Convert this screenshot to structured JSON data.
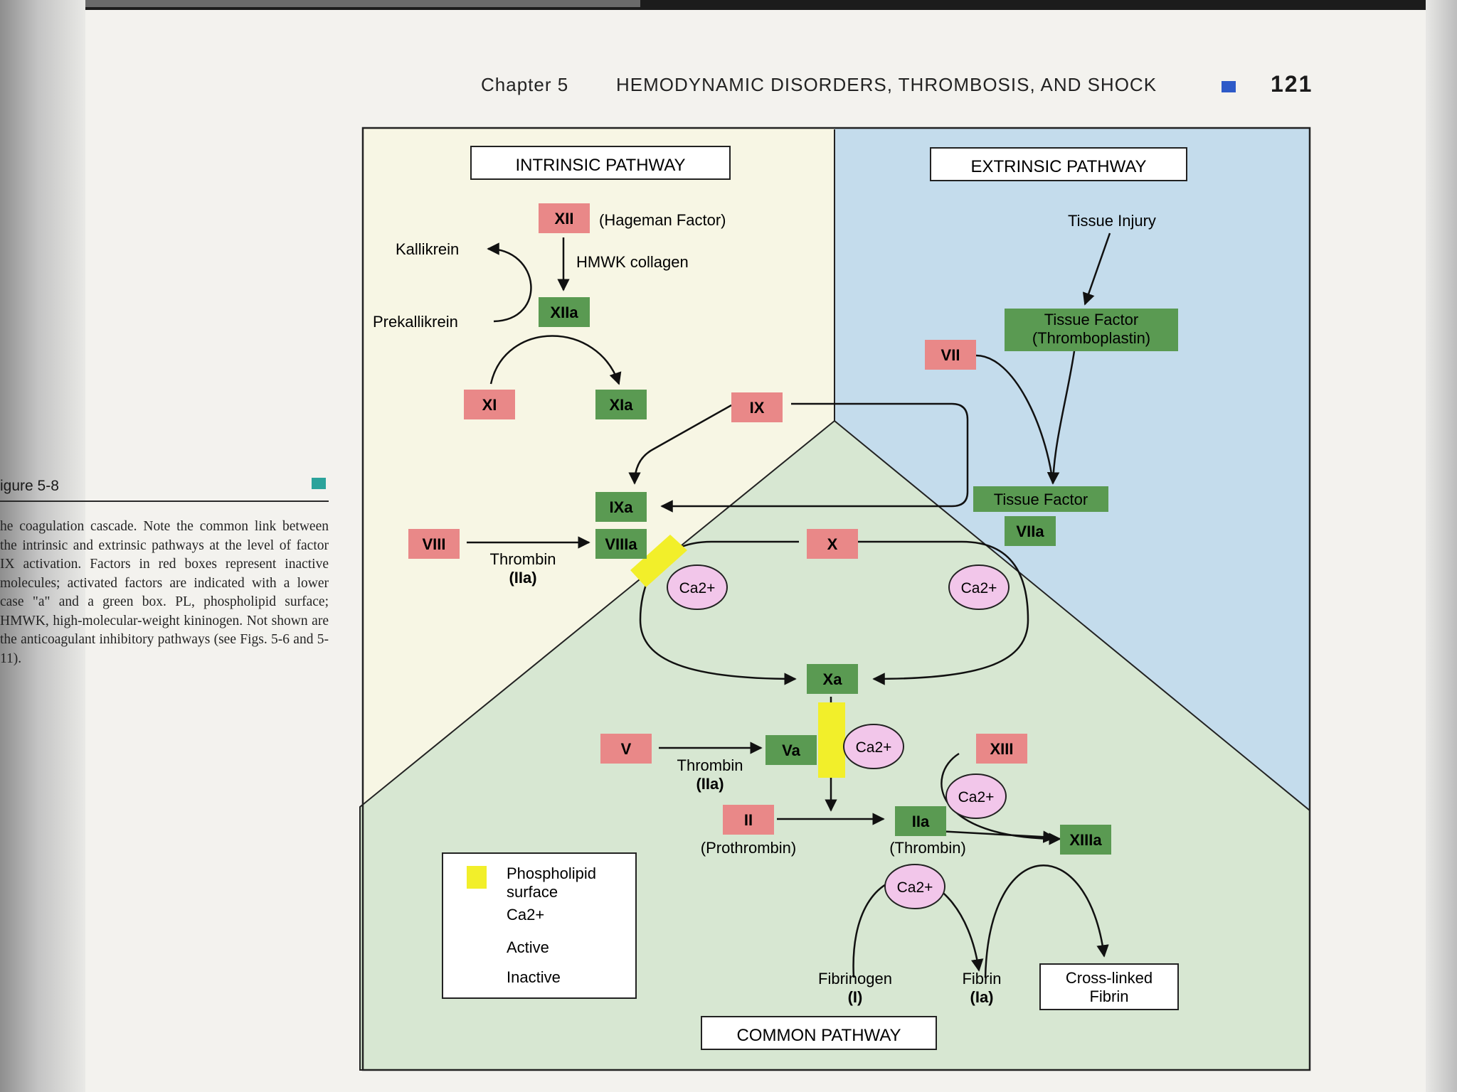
{
  "header": {
    "chapter": "Chapter 5",
    "title": "HEMODYNAMIC DISORDERS, THROMBOSIS, AND SHOCK",
    "page_number": "121",
    "colors": {
      "marker": "#2d5ac8"
    }
  },
  "caption": {
    "title": "igure 5-8",
    "body": "he coagulation cascade. Note the common link between the intrinsic and extrinsic pathways at the level of factor IX activation. Factors in red boxes represent inactive molecules; activated factors are indicated with a lower case \"a\" and a green box. PL, phospholipid surface; HMWK, high-molecular-weight kininogen. Not shown are the anticoagulant inhibitory pathways (see Figs. 5-6 and 5-11).",
    "colors": {
      "marker": "#2ba39b"
    }
  },
  "diagram": {
    "pathways": {
      "intrinsic": "INTRINSIC PATHWAY",
      "extrinsic": "EXTRINSIC PATHWAY",
      "common": "COMMON PATHWAY"
    },
    "factors": {
      "XII": "XII",
      "XIIa": "XIIa",
      "XI": "XI",
      "XIa": "XIa",
      "IX": "IX",
      "IXa": "IXa",
      "VIII": "VIII",
      "VIIIa": "VIIIa",
      "VII": "VII",
      "VIIa": "VIIa",
      "X": "X",
      "Xa": "Xa",
      "V": "V",
      "Va": "Va",
      "II": "II",
      "IIa": "IIa",
      "XIII": "XIII",
      "XIIIa": "XIIIa"
    },
    "labels": {
      "hageman": "(Hageman Factor)",
      "kallikrein": "Kallikrein",
      "hmwk": "HMWK collagen",
      "prekallikrein": "Prekallikrein",
      "tissue_injury": "Tissue Injury",
      "tissue_factor_line1": "Tissue Factor",
      "tissue_factor_line2": "(Thromboplastin)",
      "tissue_factor": "Tissue Factor",
      "thrombin_line1": "Thrombin",
      "thrombin_line2": "(IIa)",
      "prothrombin": "(Prothrombin)",
      "thrombin_paren": "(Thrombin)",
      "ca": "Ca2+",
      "fibrinogen_line1": "Fibrinogen",
      "fibrinogen_line2": "(I)",
      "fibrin_line1": "Fibrin",
      "fibrin_line2": "(Ia)",
      "crosslinked_line1": "Cross-linked",
      "crosslinked_line2": "Fibrin"
    },
    "legend": {
      "phospholipid_line1": "Phospholipid",
      "phospholipid_line2": "surface",
      "ca": "Ca2+",
      "active": "Active",
      "inactive": "Inactive"
    },
    "colors": {
      "active": "#5a9a52",
      "inactive": "#e98888",
      "phospholipid": "#f2ef2a",
      "calcium": "#f2c6ea",
      "intrinsic_bg": "#f7f6e4",
      "extrinsic_bg": "#c4dcec",
      "common_bg": "#d7e7d2"
    }
  }
}
